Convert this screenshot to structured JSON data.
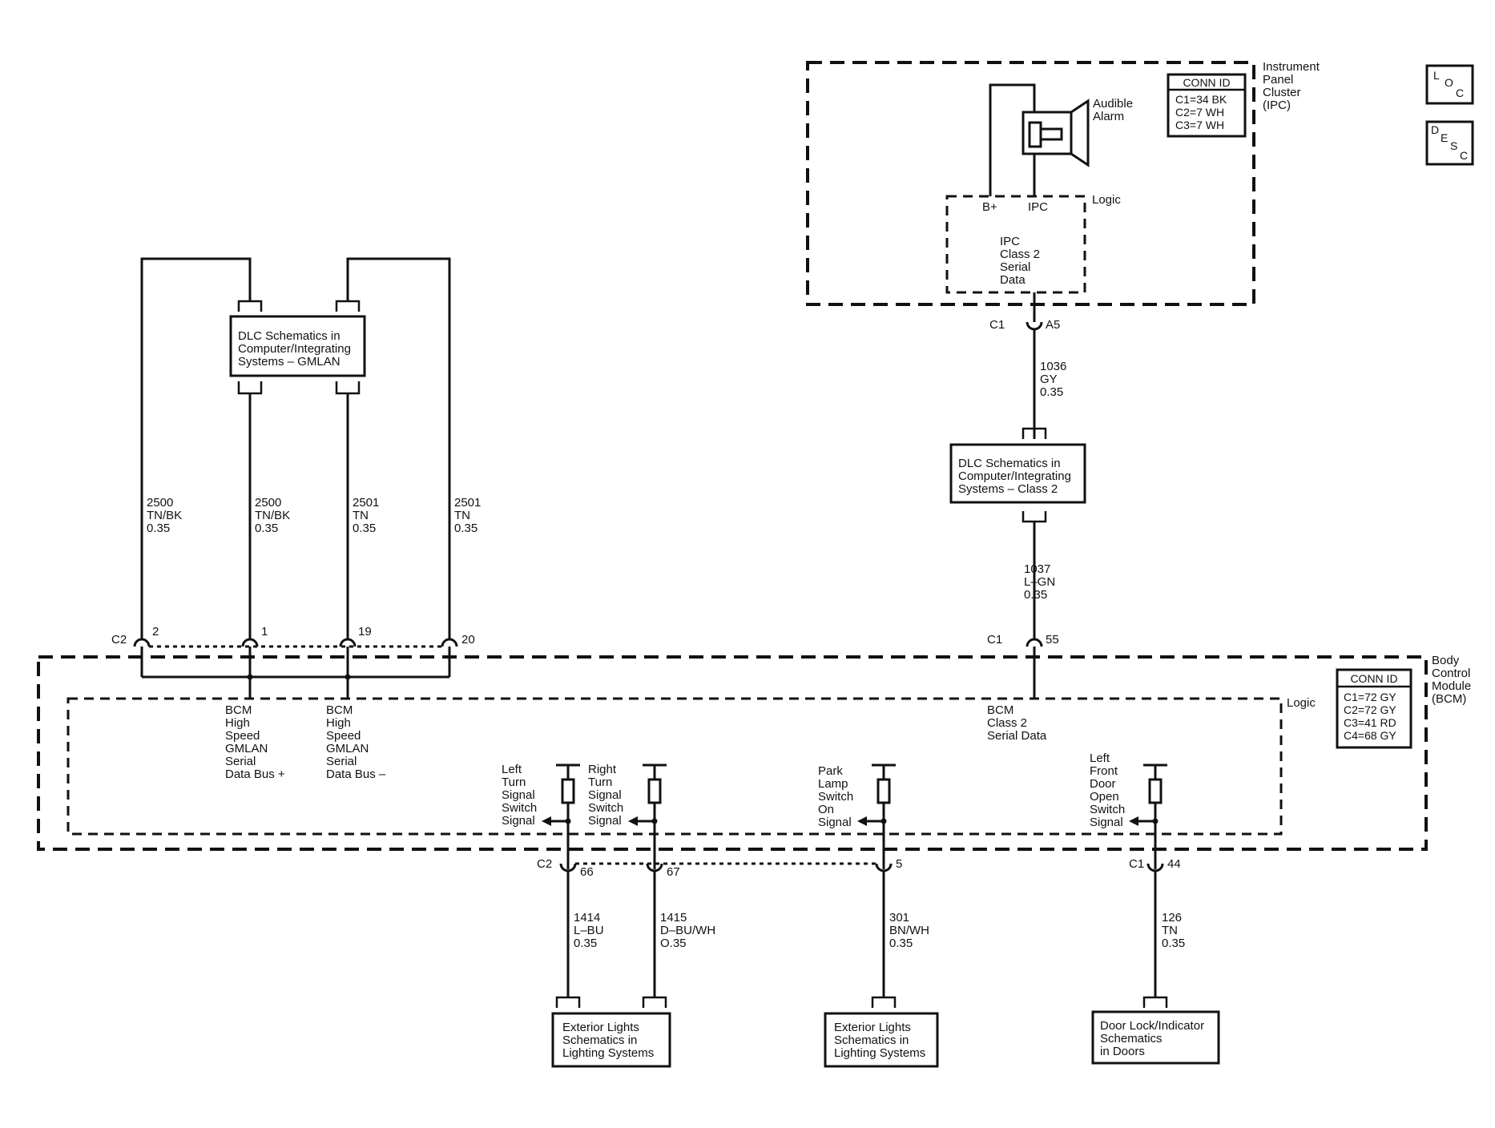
{
  "modules": {
    "ipc": {
      "name": [
        "Instrument",
        "Panel",
        "Cluster",
        "(IPC)"
      ],
      "conn_id": {
        "title": "CONN ID",
        "rows": [
          "C1=34 BK",
          "C2=7 WH",
          "C3=7 WH"
        ]
      },
      "alarm": [
        "Audible",
        "Alarm"
      ],
      "logic": "Logic",
      "pins": {
        "bplus": "B+",
        "ipc": "IPC"
      },
      "serial": [
        "IPC",
        "Class 2",
        "Serial",
        "Data"
      ]
    },
    "bcm": {
      "name": [
        "Body",
        "Control",
        "Module",
        "(BCM)"
      ],
      "conn_id": {
        "title": "CONN ID",
        "rows": [
          "C1=72 GY",
          "C2=72 GY",
          "C3=41 RD",
          "C4=68 GY"
        ]
      },
      "logic": "Logic",
      "hs_plus": [
        "BCM",
        "High",
        "Speed",
        "GMLAN",
        "Serial",
        "Data Bus +"
      ],
      "hs_minus": [
        "BCM",
        "High",
        "Speed",
        "GMLAN",
        "Serial",
        "Data Bus –"
      ],
      "class2": [
        "BCM",
        "Class 2",
        "Serial Data"
      ],
      "signals": {
        "left_turn": [
          "Left",
          "Turn",
          "Signal",
          "Switch",
          "Signal"
        ],
        "right_turn": [
          "Right",
          "Turn",
          "Signal",
          "Switch",
          "Signal"
        ],
        "park_lamp": [
          "Park",
          "Lamp",
          "Switch",
          "On",
          "Signal"
        ],
        "door_open": [
          "Left",
          "Front",
          "Door",
          "Open",
          "Switch",
          "Signal"
        ]
      }
    }
  },
  "references": {
    "dlc_gmlan": [
      "DLC Schematics in",
      "Computer/Integrating",
      "Systems – GMLAN"
    ],
    "dlc_class2": [
      "DLC Schematics in",
      "Computer/Integrating",
      "Systems – Class 2"
    ],
    "ext_lights_1": [
      "Exterior Lights",
      "Schematics in",
      "Lighting Systems"
    ],
    "ext_lights_2": [
      "Exterior Lights",
      "Schematics in",
      "Lighting Systems"
    ],
    "door_lock": [
      "Door Lock/Indicator",
      "Schematics",
      "in Doors"
    ]
  },
  "connectors": {
    "ipc_c1": {
      "name": "C1",
      "pin": "A5"
    },
    "bcm_c2_top": {
      "name": "C2",
      "pins": [
        "2",
        "1",
        "19",
        "20"
      ]
    },
    "bcm_c1_top": {
      "name": "C1",
      "pin": "55"
    },
    "bcm_c2_bottom": {
      "name": "C2",
      "pins": [
        "66",
        "67",
        "5"
      ]
    },
    "bcm_c1_bottom": {
      "name": "C1",
      "pin": "44"
    }
  },
  "wires": {
    "w1": [
      "2500",
      "TN/BK",
      "0.35"
    ],
    "w2": [
      "2500",
      "TN/BK",
      "0.35"
    ],
    "w3": [
      "2501",
      "TN",
      "0.35"
    ],
    "w4": [
      "2501",
      "TN",
      "0.35"
    ],
    "w1036": [
      "1036",
      "GY",
      "0.35"
    ],
    "w1037": [
      "1037",
      "L–GN",
      "0.35"
    ],
    "w1414": [
      "1414",
      "L–BU",
      "0.35"
    ],
    "w1415": [
      "1415",
      "D–BU/WH",
      "O.35"
    ],
    "w301": [
      "301",
      "BN/WH",
      "0.35"
    ],
    "w126": [
      "126",
      "TN",
      "0.35"
    ]
  },
  "side_buttons": {
    "loc": [
      "L",
      "O",
      "C"
    ],
    "desc": [
      "D",
      "E",
      "S",
      "C"
    ]
  }
}
